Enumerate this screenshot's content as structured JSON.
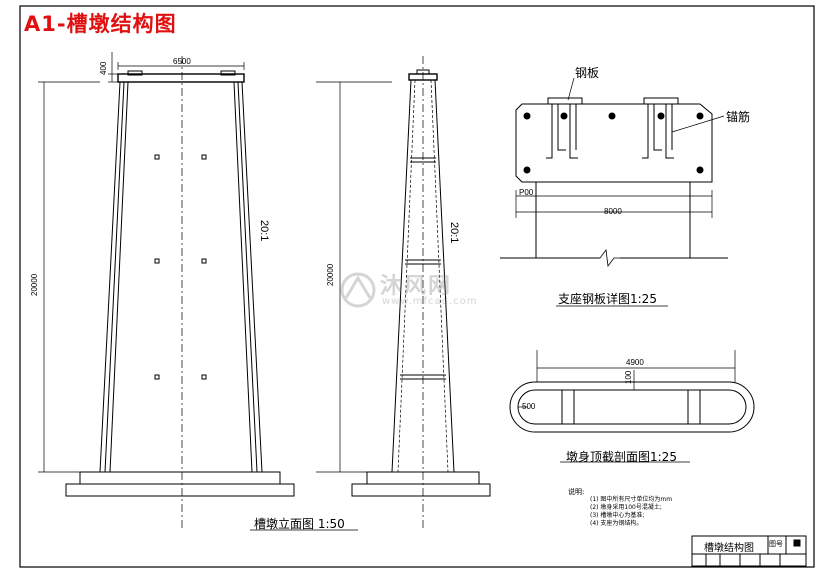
{
  "drawing_title": "A1-槽墩结构图",
  "views": {
    "elevation_caption": "槽墩立面图 1:50",
    "plate_detail_caption": "支座钢板详图1:25",
    "section_caption": "墩身顶截剖面图1:25"
  },
  "dimensions": {
    "cap_height": "400",
    "top_width": "6500",
    "front_height": "20000",
    "side_height": "20000",
    "slope_front": "20:1",
    "slope_side": "20:1",
    "plate_offset": "P00",
    "plate_span": "8000",
    "section_length": "4900",
    "section_wall": "100",
    "section_radius": "500"
  },
  "labels": {
    "steel_plate": "钢板",
    "anchor_bar": "锚筋"
  },
  "notes": {
    "heading": "说明:",
    "items": [
      "(1) 图中所有尺寸单位均为mm",
      "(2) 墩身采用100号混凝土;",
      "(3) 槽墩中心为基准;",
      "(4) 支座为钢结构。"
    ]
  },
  "title_block": {
    "name": "槽墩结构图",
    "drawing_no_label": "图号"
  },
  "watermark": {
    "brand": "沐风网",
    "url": "www.mfcad.com"
  },
  "colors": {
    "title_red": "#e01010",
    "line": "#000000",
    "watermark_gray": "#888888"
  }
}
